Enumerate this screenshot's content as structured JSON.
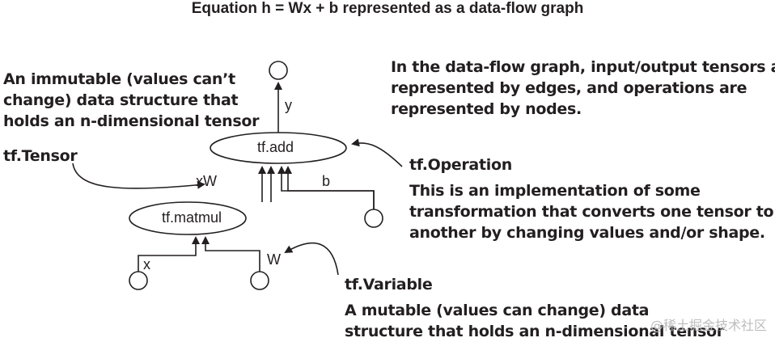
{
  "title": "Equation h = Wx + b represented as a data-flow graph",
  "annotations": {
    "immutable": {
      "body_lines": [
        "An immutable (values can’t",
        "change) data structure that",
        "holds an n-dimensional tensor"
      ]
    },
    "tensor": {
      "head": "tf.Tensor"
    },
    "dataflow": {
      "body_lines": [
        "In the data-flow graph, input/output tensors are",
        "represented by edges, and operations are",
        "represented by nodes."
      ]
    },
    "operation": {
      "head": "tf.Operation",
      "body_lines": [
        "This is an implementation of some",
        "transformation that converts one tensor to",
        "another by changing values and/or shape."
      ]
    },
    "variable": {
      "head": "tf.Variable",
      "body_lines": [
        "A mutable (values can change) data",
        "structure that holds an n-dimensional tensor"
      ]
    }
  },
  "graph": {
    "nodes": {
      "add": "tf.add",
      "matmul": "tf.matmul"
    },
    "edges": {
      "y": "y",
      "xW": "xW",
      "b": "b",
      "x": "x",
      "W": "W"
    }
  },
  "watermark": "@稀土掘金技术社区"
}
